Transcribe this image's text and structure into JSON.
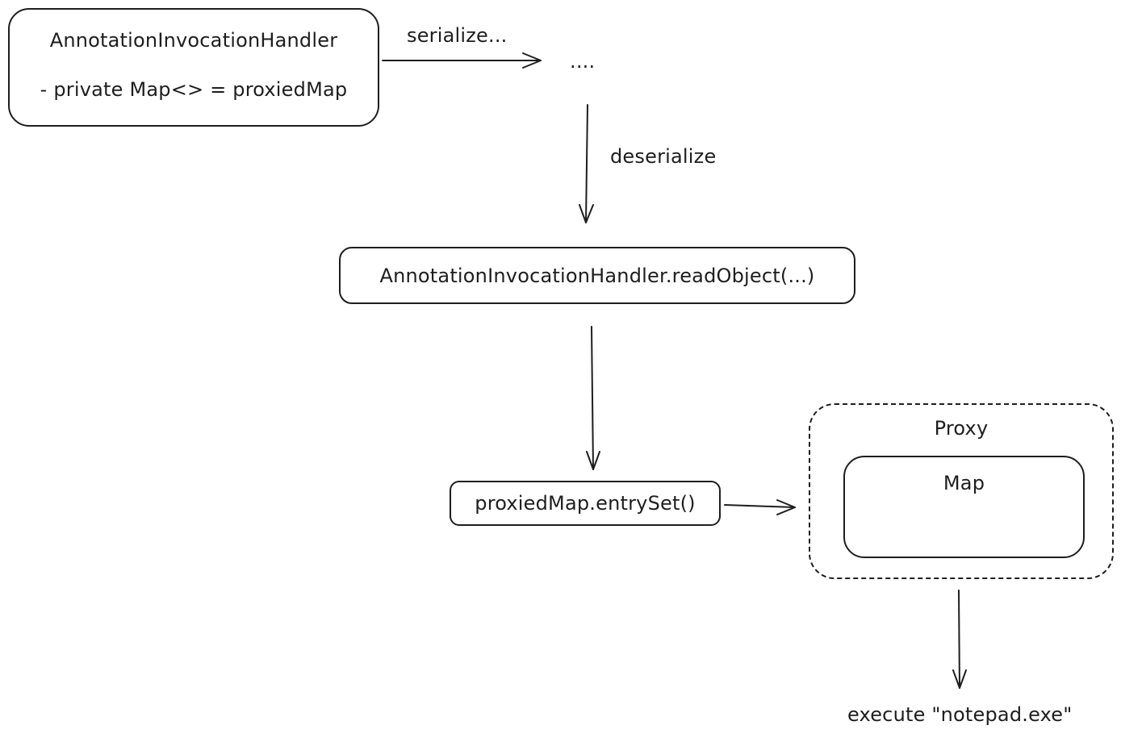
{
  "nodes": {
    "handler": {
      "title": "AnnotationInvocationHandler",
      "field": "- private Map<> = proxiedMap"
    },
    "ellipsis": "....",
    "read_object": "AnnotationInvocationHandler.readObject(...)",
    "entry_set": "proxiedMap.entrySet()",
    "proxy": "Proxy",
    "map": "Map",
    "execute": "execute \"notepad.exe\""
  },
  "edges": {
    "serialize": "serialize...",
    "deserialize": "deserialize"
  }
}
